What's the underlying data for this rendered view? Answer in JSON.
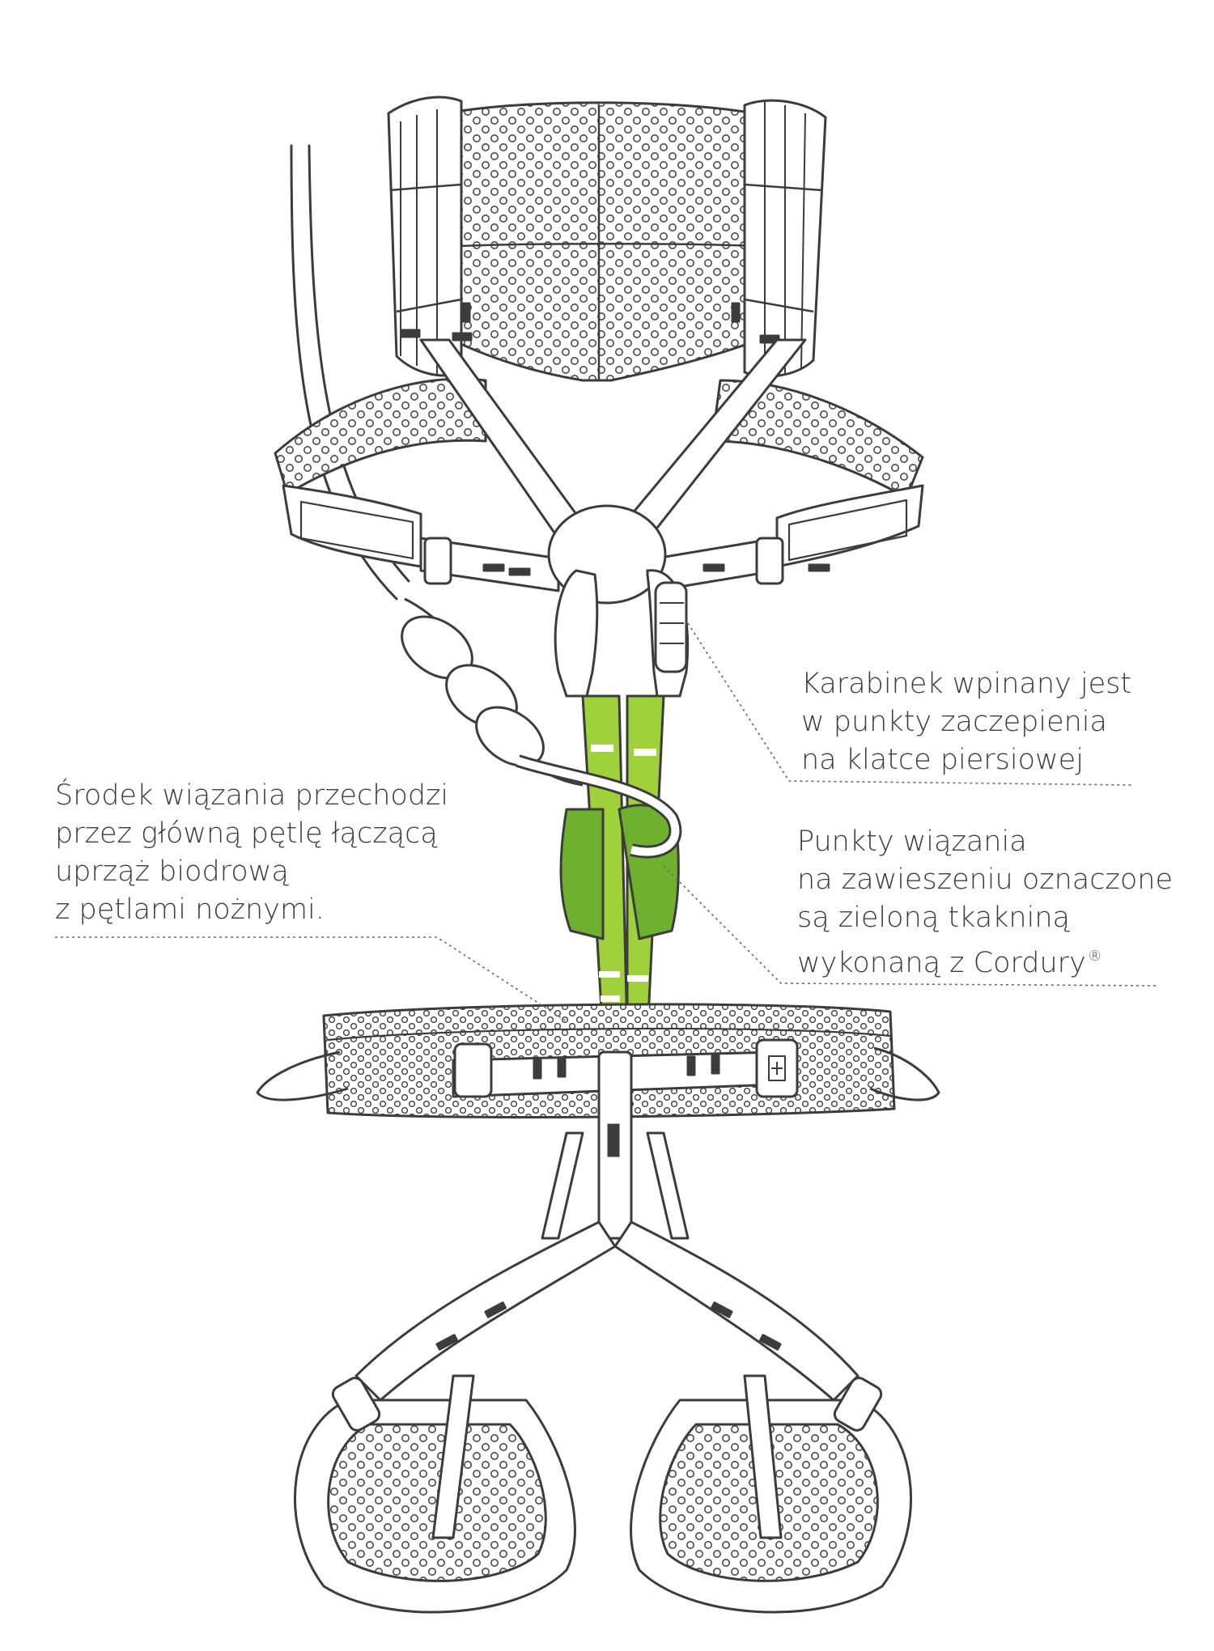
{
  "callouts": {
    "left": {
      "lines": [
        "Środek wiązania przechodzi",
        "przez główną pętlę łączącą",
        "uprząż biodrową",
        "z pętlami nożnymi."
      ]
    },
    "chest": {
      "lines": [
        "Karabinek wpinany jest",
        "w punkty zaczepienia",
        "na klatce piersiowej"
      ]
    },
    "green": {
      "lines": [
        "Punkty wiązania",
        "na zawieszeniu oznaczone",
        "są zieloną tkakniną",
        "wykonaną z Cordury"
      ],
      "trademark": "®"
    }
  },
  "colors": {
    "outline": "#3c3c3c",
    "mesh_dot": "#4a4a4a",
    "green_light": "#9ed13a",
    "green_dark": "#6eb12e",
    "leader": "#6a6a6a"
  },
  "icons": {
    "knot": "figure-eight-knot-icon",
    "carabiner": "carabiner-icon",
    "buckle": "buckle-icon",
    "logo": "brand-logo-icon"
  }
}
